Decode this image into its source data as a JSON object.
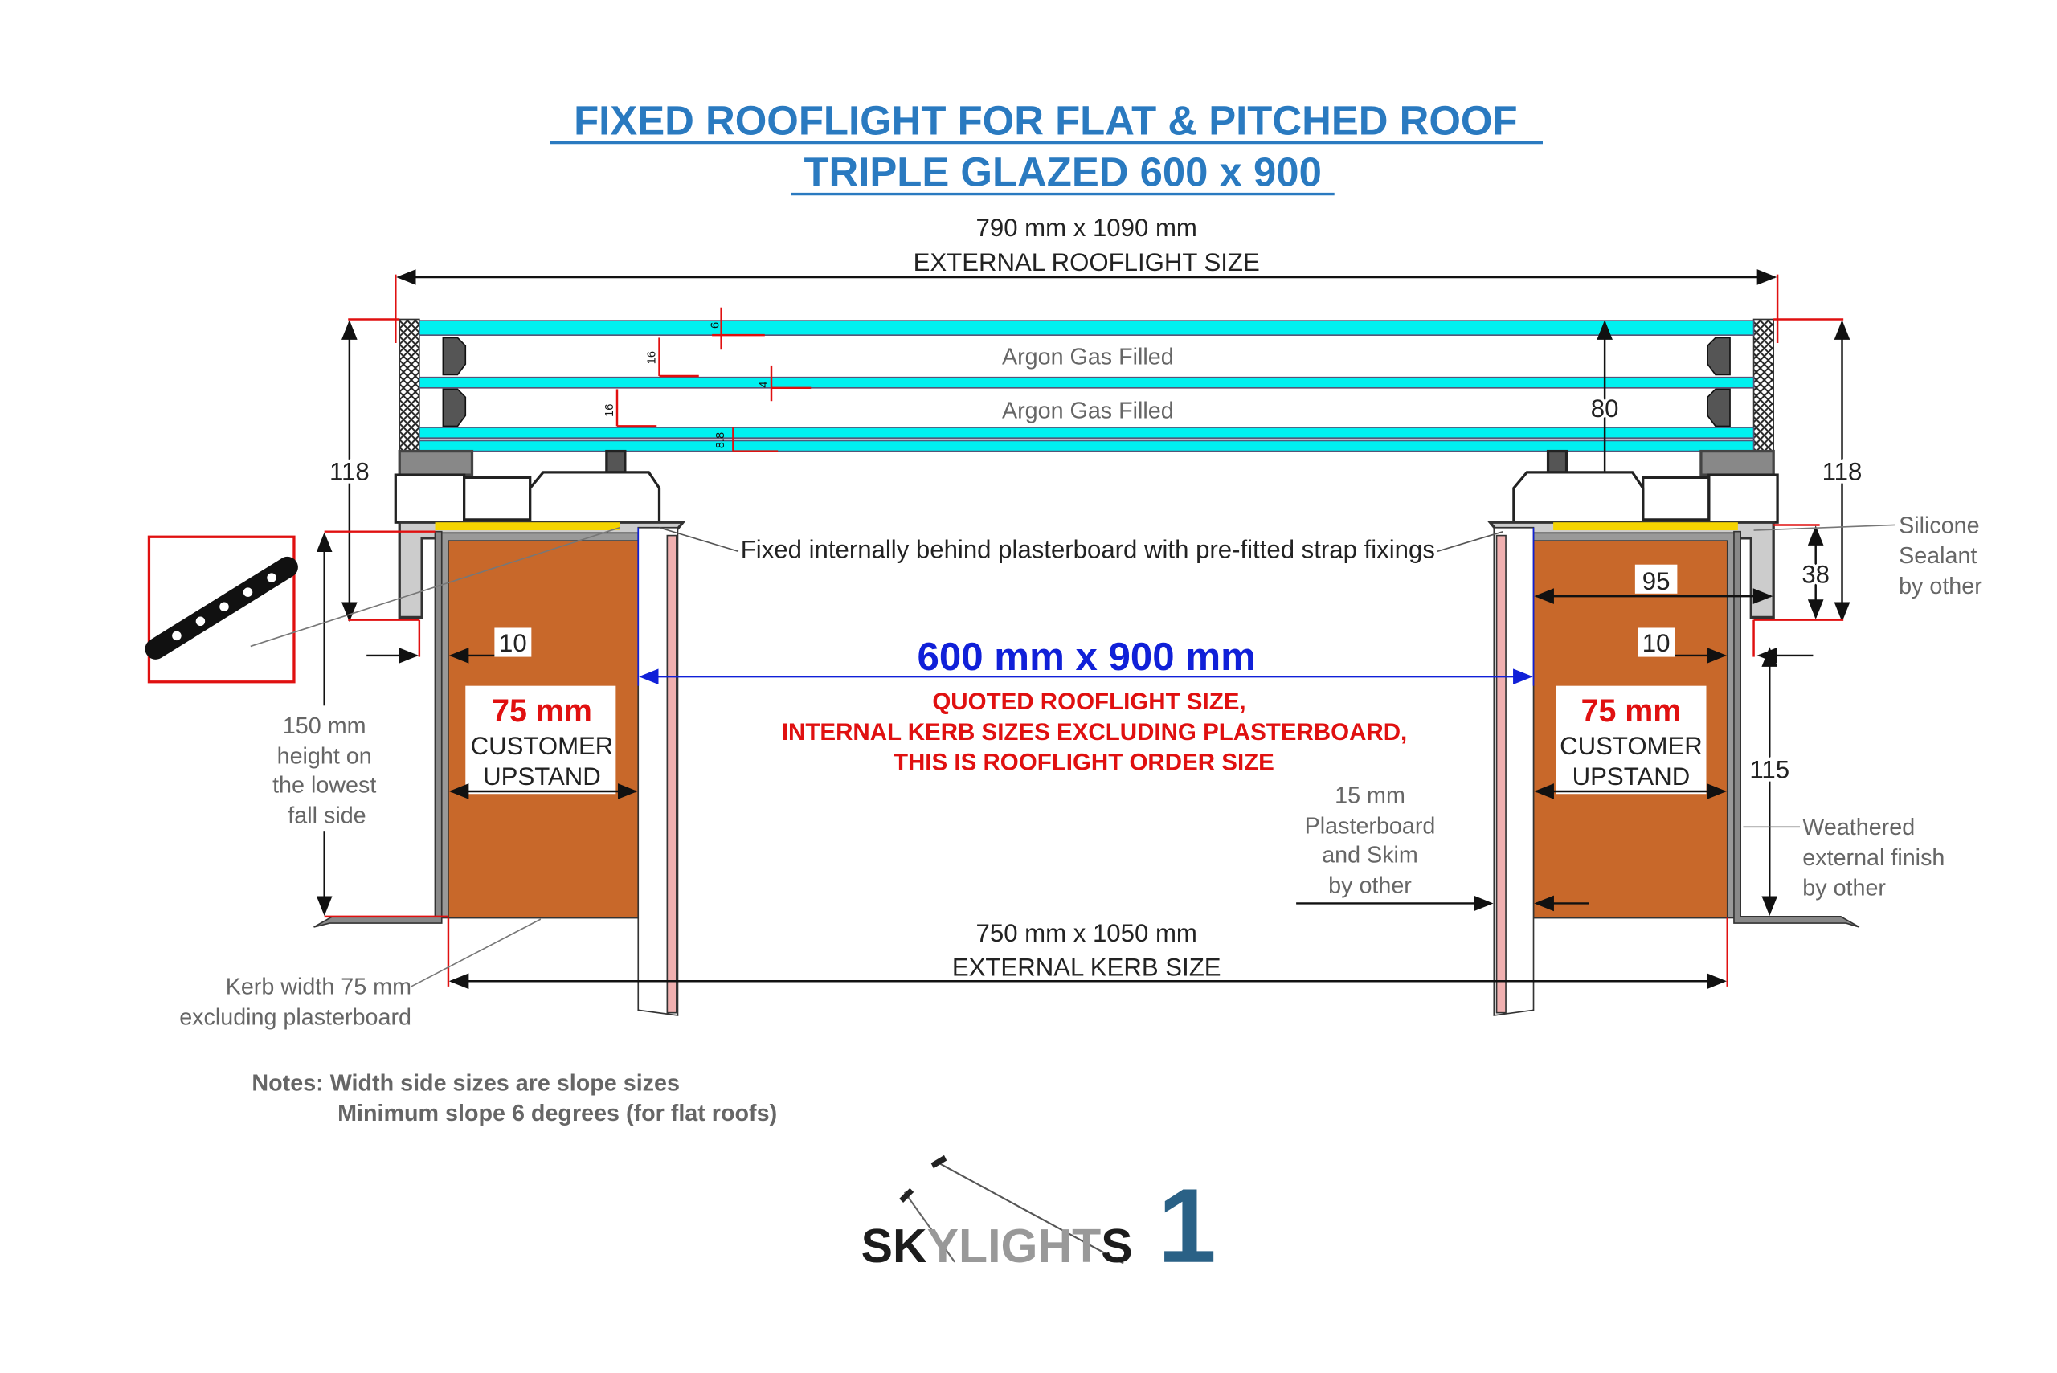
{
  "title": {
    "line1": "FIXED ROOFLIGHT FOR FLAT & PITCHED ROOF",
    "line2": "TRIPLE GLAZED 600 x 900"
  },
  "external_rooflight": {
    "size": "790 mm x 1090 mm",
    "label": "EXTERNAL ROOFLIGHT SIZE"
  },
  "glazing": {
    "cavity_1": "Argon Gas Filled",
    "cavity_2": "Argon Gas Filled",
    "dims": {
      "outer_pane": "6",
      "cavity_a": "16",
      "middle_pane": "4",
      "cavity_b": "16",
      "inner_pane": "8.8",
      "unit_height": "80"
    }
  },
  "dims": {
    "frame_height_left": "118",
    "frame_height_right": "118",
    "right_38": "38",
    "right_95": "95",
    "left_10": "10",
    "right_10": "10",
    "right_115": "115"
  },
  "labels": {
    "fixing": "Fixed internally behind plasterboard with pre-fitted strap fixings",
    "silicone": [
      "Silicone",
      "Sealant",
      "by other"
    ],
    "height_note": [
      "150 mm",
      "height on",
      "the lowest",
      "fall side"
    ],
    "plasterboard": [
      "15 mm",
      "Plasterboard",
      "and Skim",
      "by other"
    ],
    "weathered": [
      "Weathered",
      "external finish",
      "by other"
    ],
    "kerb_width": [
      "Kerb width 75 mm",
      "excluding plasterboard"
    ]
  },
  "upstand": {
    "size": "75 mm",
    "line1": "CUSTOMER",
    "line2": "UPSTAND"
  },
  "quoted": {
    "size": "600 mm x 900 mm",
    "line1": "QUOTED ROOFLIGHT SIZE,",
    "line2": "INTERNAL KERB SIZES EXCLUDING PLASTERBOARD,",
    "line3": "THIS IS ROOFLIGHT ORDER SIZE"
  },
  "external_kerb": {
    "size": "750 mm x 1050 mm",
    "label": "EXTERNAL KERB SIZE"
  },
  "notes": {
    "line1": "Notes: Width side sizes are slope sizes",
    "line2": "Minimum slope 6 degrees (for flat roofs)"
  },
  "logo": {
    "text_dark": "SK",
    "text_grey": "YLIGHT",
    "text_dark2": "S",
    "number": "1"
  },
  "colors": {
    "title_blue": "#2a7ac0",
    "quoted_blue": "#1020d8",
    "red": "#e01010",
    "kerb": "#c8682a",
    "glass": "#00f0f0",
    "logo_blue": "#2a6186"
  }
}
